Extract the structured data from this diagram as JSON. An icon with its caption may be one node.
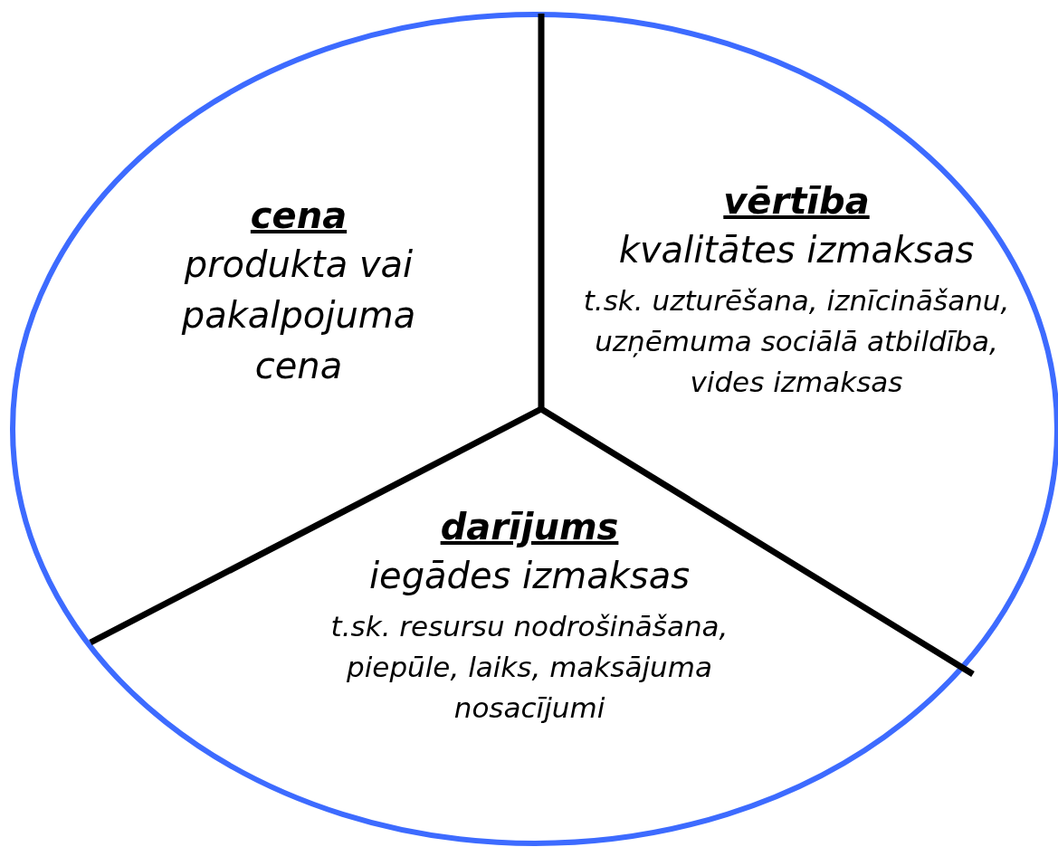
{
  "diagram": {
    "nodes": [
      {
        "text": [
          "cena",
          "produkta vai pakalpojuma cena"
        ]
      },
      {
        "text": [
          "vērtība",
          "kvalitātes izmaksas",
          "t.sk. uzturēšana, iznīcināšanu, uzņēmuma sociālā atbildība, vides izmaksas"
        ]
      },
      {
        "text": [
          "darījums",
          "iegādes izmaksas",
          "t.sk. resursu nodrošināšana, piepūle, laiks, maksājuma nosacījumi"
        ]
      }
    ],
    "edges": []
  }
}
